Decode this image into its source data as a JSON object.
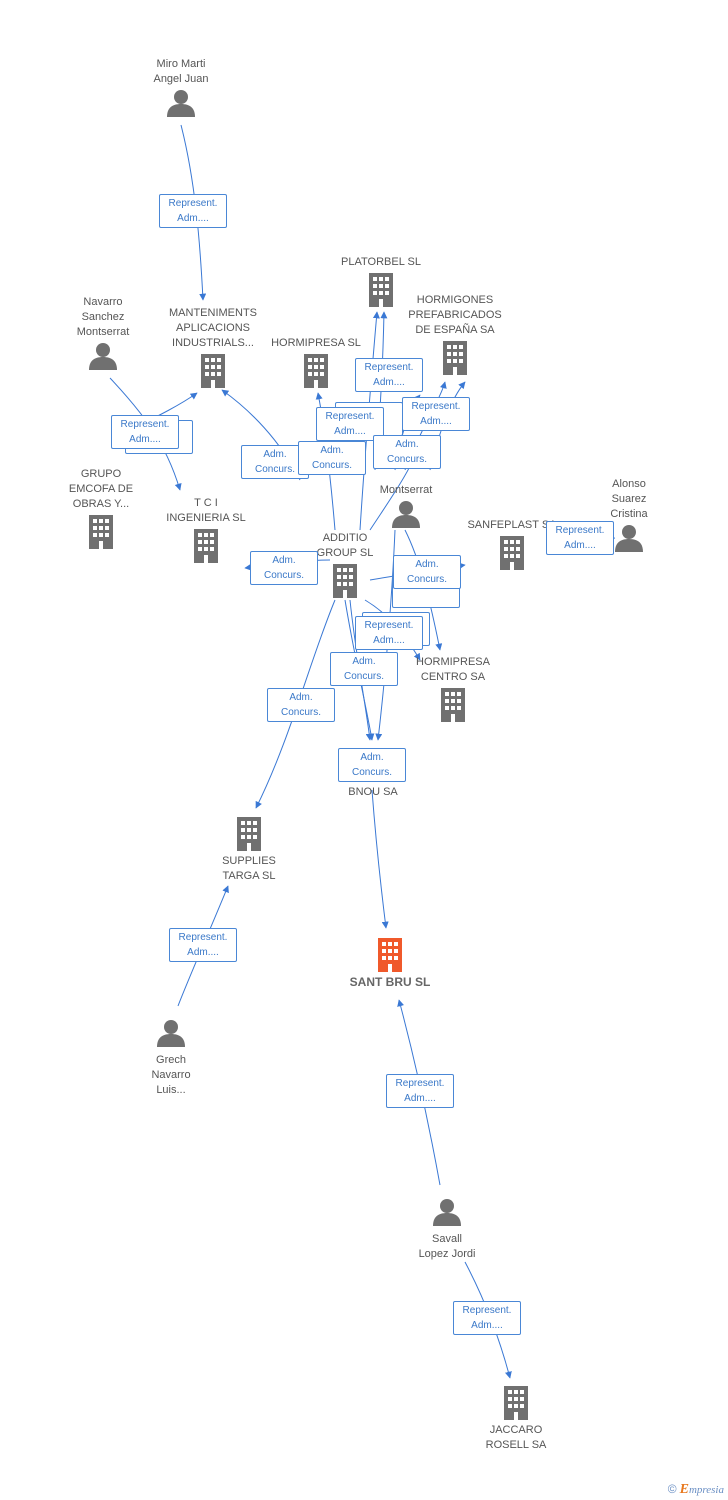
{
  "colors": {
    "edge": "#3a78d4",
    "node_gray": "#707070",
    "node_main": "#f0592b",
    "label_border": "#4a87d6",
    "label_text": "#3a78c8"
  },
  "nodes": [
    {
      "id": "miro",
      "kind": "person",
      "label": [
        "Miro Marti",
        "Angel Juan"
      ]
    },
    {
      "id": "manteniments",
      "kind": "company",
      "label": [
        "MANTENIMENTS",
        "APLICACIONS",
        "INDUSTRIALS..."
      ]
    },
    {
      "id": "navarro",
      "kind": "person",
      "label": [
        "Navarro",
        "Sanchez",
        "Montserrat"
      ]
    },
    {
      "id": "grupo",
      "kind": "company",
      "label": [
        "GRUPO",
        "EMCOFA DE",
        "OBRAS Y..."
      ]
    },
    {
      "id": "tci",
      "kind": "company",
      "label": [
        "T C I",
        "INGENIERIA SL"
      ]
    },
    {
      "id": "platorbel",
      "kind": "company",
      "label": [
        "PLATORBEL SL"
      ]
    },
    {
      "id": "hormigones",
      "kind": "company",
      "label": [
        "HORMIGONES",
        "PREFABRICADOS",
        "DE ESPAÑA SA"
      ]
    },
    {
      "id": "hormipresa",
      "kind": "company",
      "label": [
        "HORMIPRESA SL"
      ]
    },
    {
      "id": "montserrat",
      "kind": "person",
      "label": [
        "Montserrat"
      ]
    },
    {
      "id": "alonso",
      "kind": "person",
      "label": [
        "Alonso",
        "Suarez",
        "Cristina"
      ]
    },
    {
      "id": "sanfeplast",
      "kind": "company",
      "label": [
        "SANFEPLAST SA"
      ]
    },
    {
      "id": "additio",
      "kind": "company",
      "label": [
        "ADDITIO",
        "GROUP SL"
      ]
    },
    {
      "id": "hormipresa_centro",
      "kind": "company",
      "label": [
        "HORMIPRESA",
        "CENTRO SA"
      ]
    },
    {
      "id": "bnou",
      "kind": "company",
      "label": [
        "BNOU SA"
      ]
    },
    {
      "id": "supplies",
      "kind": "company",
      "label": [
        "SUPPLIES",
        "TARGA SL"
      ]
    },
    {
      "id": "santbru",
      "kind": "main",
      "label": [
        "SANT BRU SL"
      ]
    },
    {
      "id": "grech",
      "kind": "person",
      "label": [
        "Grech",
        "Navarro",
        "Luis..."
      ]
    },
    {
      "id": "savall",
      "kind": "person",
      "label": [
        "Savall",
        "Lopez Jordi"
      ]
    },
    {
      "id": "jaccaro",
      "kind": "company",
      "label": [
        "JACCARO",
        "ROSELL SA"
      ]
    }
  ],
  "edge_labels": [
    {
      "id": "e_miro_mant",
      "lines": [
        "Represent.",
        "Adm...."
      ]
    },
    {
      "id": "e_nav_1",
      "lines": [
        "Represent.",
        "Adm...."
      ]
    },
    {
      "id": "e_add_mant",
      "lines": [
        "Adm.",
        "Concurs."
      ]
    },
    {
      "id": "e_add_horm1",
      "lines": [
        "Adm.",
        "Concurs."
      ]
    },
    {
      "id": "e_mont_horm",
      "lines": [
        "Represent.",
        "Adm...."
      ]
    },
    {
      "id": "e_mont_plat",
      "lines": [
        "Represent.",
        "Adm...."
      ]
    },
    {
      "id": "e_mont_hprf",
      "lines": [
        "Represent.",
        "Adm...."
      ]
    },
    {
      "id": "e_add_hprf",
      "lines": [
        "Adm.",
        "Concurs."
      ]
    },
    {
      "id": "e_add_tci",
      "lines": [
        "Adm.",
        "Concurs."
      ]
    },
    {
      "id": "e_alonso_sanf",
      "lines": [
        "Represent.",
        "Adm...."
      ]
    },
    {
      "id": "e_add_sanf",
      "lines": [
        "Adm.",
        "Concurs."
      ]
    },
    {
      "id": "e_mont_hcentro",
      "lines": [
        "Represent.",
        "Adm...."
      ]
    },
    {
      "id": "e_add_hcentro",
      "lines": [
        "Adm.",
        "Concurs."
      ]
    },
    {
      "id": "e_add_supplies",
      "lines": [
        "Adm.",
        "Concurs."
      ]
    },
    {
      "id": "e_add_bnou",
      "lines": [
        "Adm.",
        "Concurs."
      ]
    },
    {
      "id": "e_grech_supplies",
      "lines": [
        "Represent.",
        "Adm...."
      ]
    },
    {
      "id": "e_savall_santbru",
      "lines": [
        "Represent.",
        "Adm...."
      ]
    },
    {
      "id": "e_savall_jaccaro",
      "lines": [
        "Represent.",
        "Adm...."
      ]
    }
  ],
  "copyright": {
    "symbol": "©",
    "brand_initial": "E",
    "brand_rest": "mpresia"
  }
}
